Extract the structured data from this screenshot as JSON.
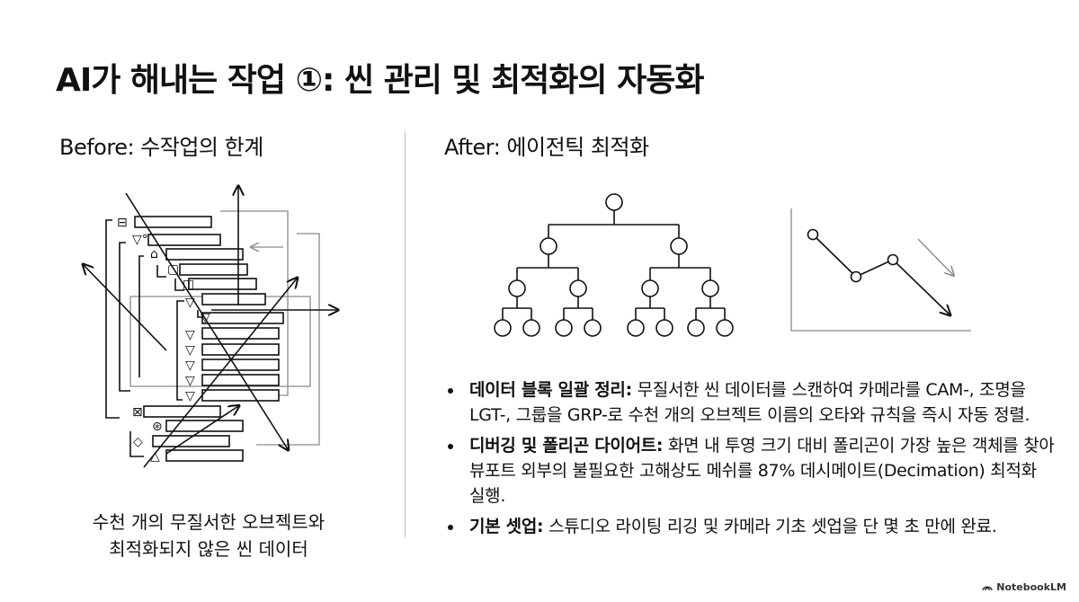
{
  "title": "AI가 해내는 작업 ①: 씬 관리 및 최적화의 자동화",
  "before": {
    "heading": "Before: 수작업의 한계",
    "caption_line1": "수천 개의 무질서한 오브젝트와",
    "caption_line2": "최적화되지 않은 씬 데이터"
  },
  "after": {
    "heading": "After: 에이전틱 최적화",
    "bullets": [
      {
        "bold": "데이터 블록 일괄 정리:",
        "text": " 무질서한 씬 데이터를 스캔하여 카메라를 CAM-, 조명을 LGT-, 그룹을 GRP-로 수천 개의 오브젝트 이름의 오타와 규칙을 즉시 자동 정렬."
      },
      {
        "bold": "디버깅 및 폴리곤 다이어트:",
        "text": " 화면 내 투영 크기 대비 폴리곤이 가장 높은 객체를 찾아 뷰포트 외부의 불필요한 고해상도 메쉬를 87% 데시메이트(Decimation) 최적화 실행."
      },
      {
        "bold": "기본 셋업:",
        "text": " 스튜디오 라이팅 리깅 및 카메라 기초 셋업을 단 몇 초 만에 완료."
      }
    ]
  },
  "brand": "NotebookLM",
  "icons": {
    "outliner_row": "triangle-outline-icon",
    "trend": "down-arrow-icon",
    "brand": "notebooklm-logo-icon"
  },
  "colors": {
    "text": "#111111",
    "divider": "#bdbdbd",
    "accent_gray": "#8a8a8a"
  }
}
